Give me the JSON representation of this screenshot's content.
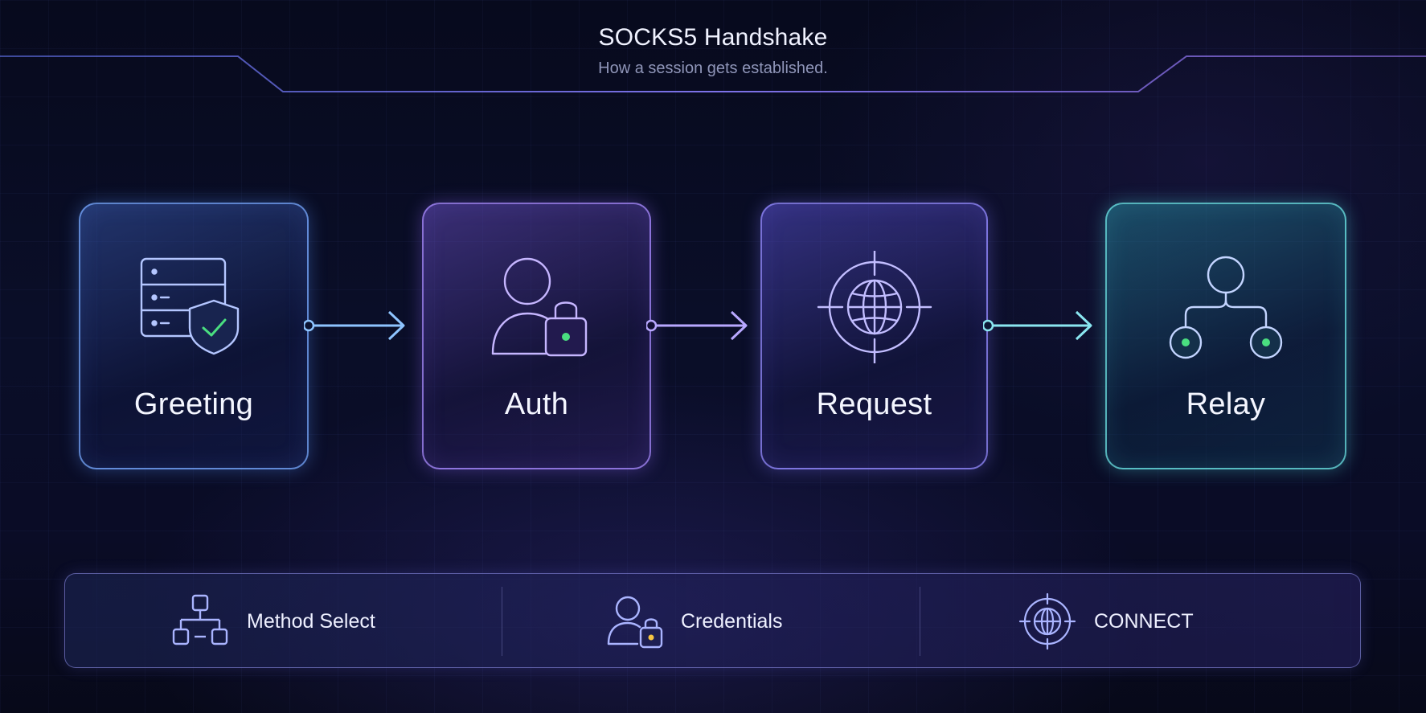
{
  "header": {
    "title": "SOCKS5 Handshake",
    "subtitle": "How a session gets established."
  },
  "steps": [
    {
      "label": "Greeting",
      "icon": "server-shield-icon",
      "color": "#7aa8ff"
    },
    {
      "label": "Auth",
      "icon": "user-lock-icon",
      "color": "#b49cff"
    },
    {
      "label": "Request",
      "icon": "globe-crosshair-icon",
      "color": "#a7a2ff"
    },
    {
      "label": "Relay",
      "icon": "relay-nodes-icon",
      "color": "#6fe6e4"
    }
  ],
  "details": [
    {
      "label": "Method Select",
      "icon": "network-nodes-icon"
    },
    {
      "label": "Credentials",
      "icon": "user-lock-icon"
    },
    {
      "label": "CONNECT",
      "icon": "globe-crosshair-icon"
    }
  ],
  "colors": {
    "accent_blue": "#7aa8ff",
    "accent_purple": "#b49cff",
    "accent_cyan": "#6fe6e4",
    "status_green": "#4ade80",
    "lock_yellow": "#f5c542"
  }
}
